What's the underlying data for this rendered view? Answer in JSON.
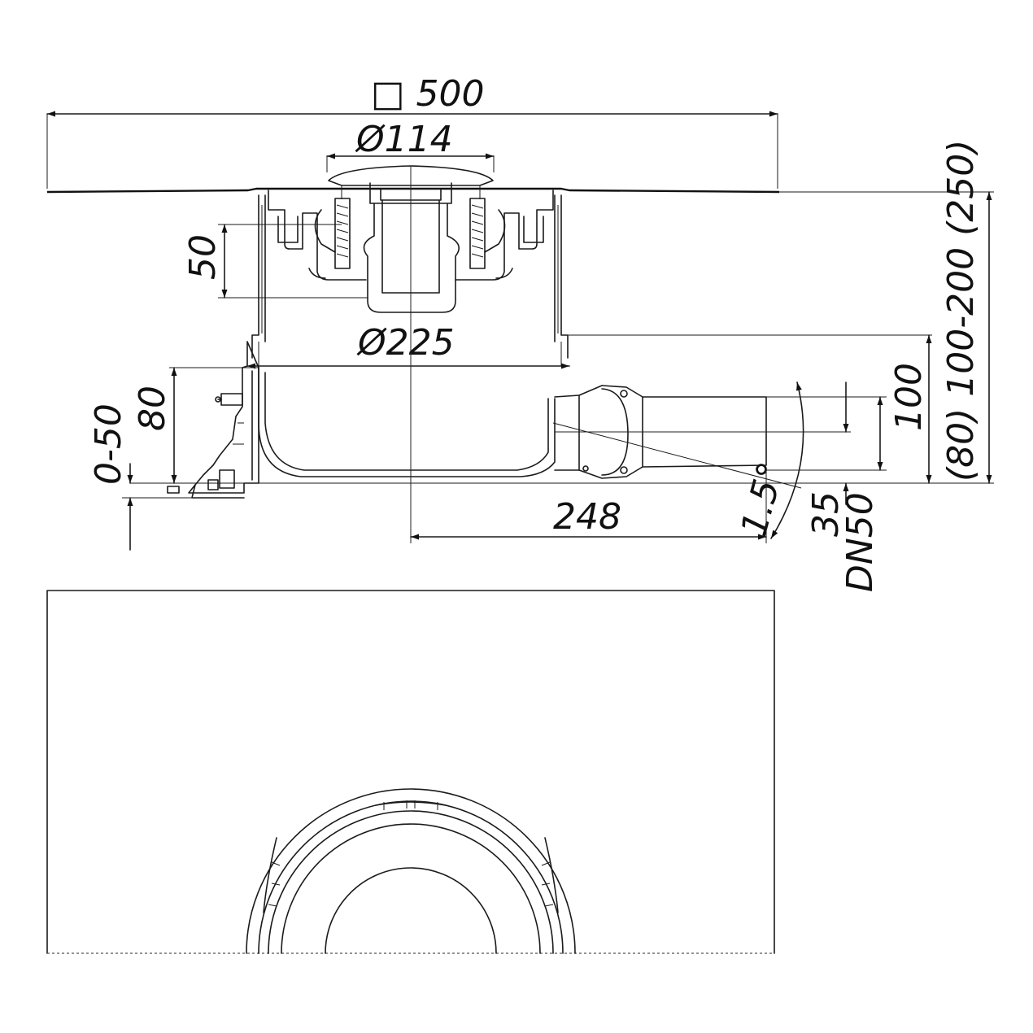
{
  "dimensions": {
    "overall_width": "□ 500",
    "grate_diameter": "Ø114",
    "body_diameter": "Ø225",
    "trap_depth": "50",
    "flange_height": "80",
    "adjustment_range": "0-50",
    "outlet_height": "100",
    "total_height": "(80) 100-200 (250)",
    "outlet_length": "248",
    "outlet_angle": "1.5°",
    "pipe_offset": "35",
    "pipe_size": "DN50"
  }
}
